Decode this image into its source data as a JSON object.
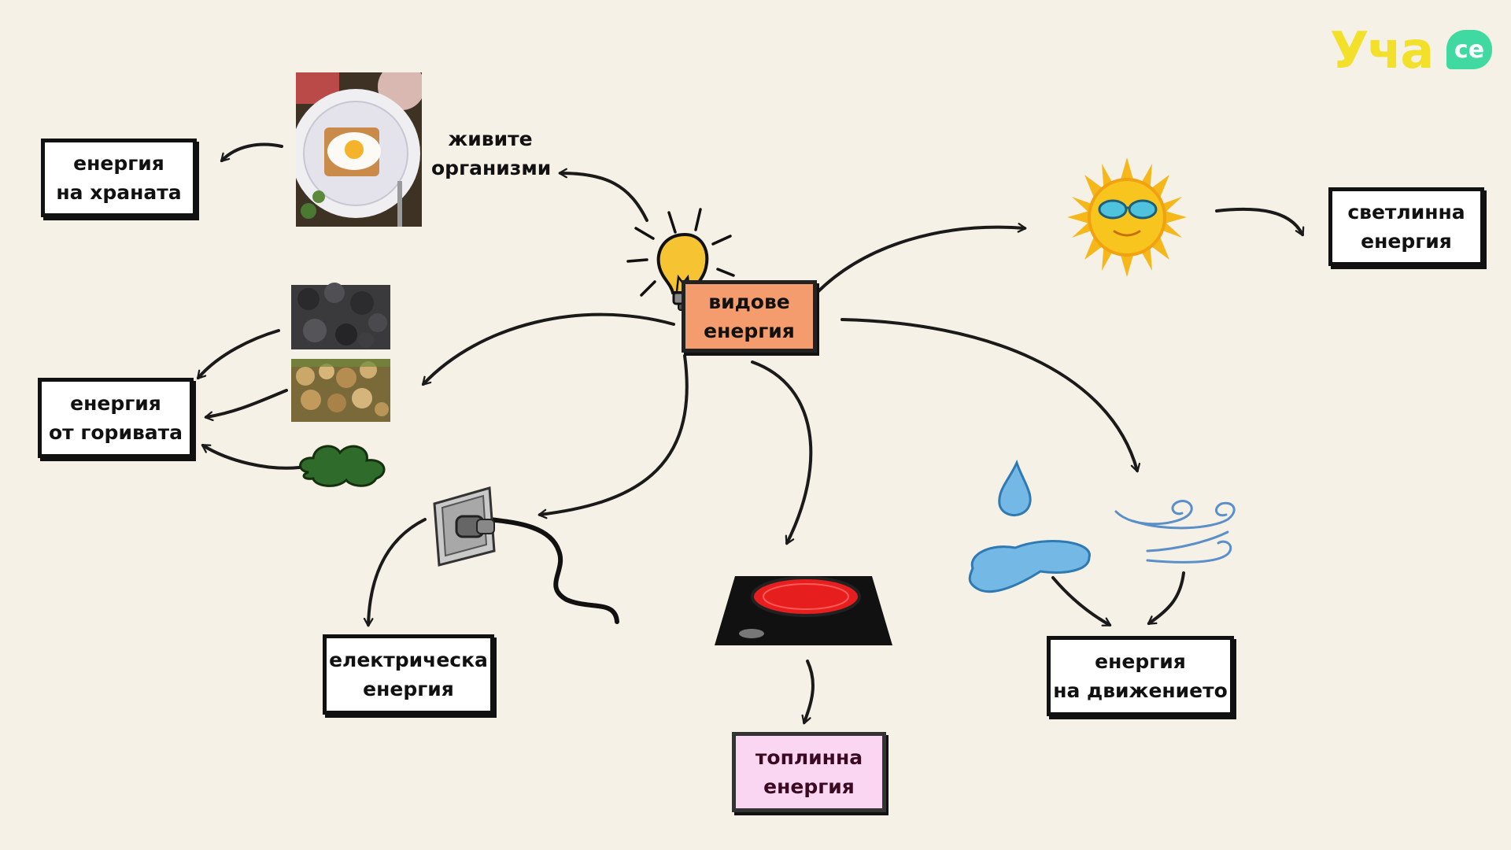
{
  "logo": {
    "text": "Уча",
    "badge": "се",
    "color": "#f2e02a",
    "badge_color": "#41d9a2"
  },
  "center": {
    "line1": "видове",
    "line2": "енергия",
    "color": "#f59c6e"
  },
  "nodes": {
    "organisms": {
      "line1": "живите",
      "line2": "организми"
    },
    "food": {
      "line1": "енергия",
      "line2": "на храната"
    },
    "fuels": {
      "line1": "енергия",
      "line2": "от горивата"
    },
    "light": {
      "line1": "светлинна",
      "line2": "енергия"
    },
    "electric": {
      "line1": "електрическа",
      "line2": "енергия"
    },
    "heat": {
      "line1": "топлинна",
      "line2": "енергия",
      "color": "#fbd6f2"
    },
    "motion": {
      "line1": "енергия",
      "line2": "на движението"
    }
  },
  "icons": [
    "lightbulb-icon",
    "food-plate-icon",
    "coal-icon",
    "firewood-icon",
    "gas-cloud-icon",
    "sun-icon",
    "power-socket-icon",
    "hot-plate-icon",
    "water-drop-icon",
    "wind-icon"
  ]
}
